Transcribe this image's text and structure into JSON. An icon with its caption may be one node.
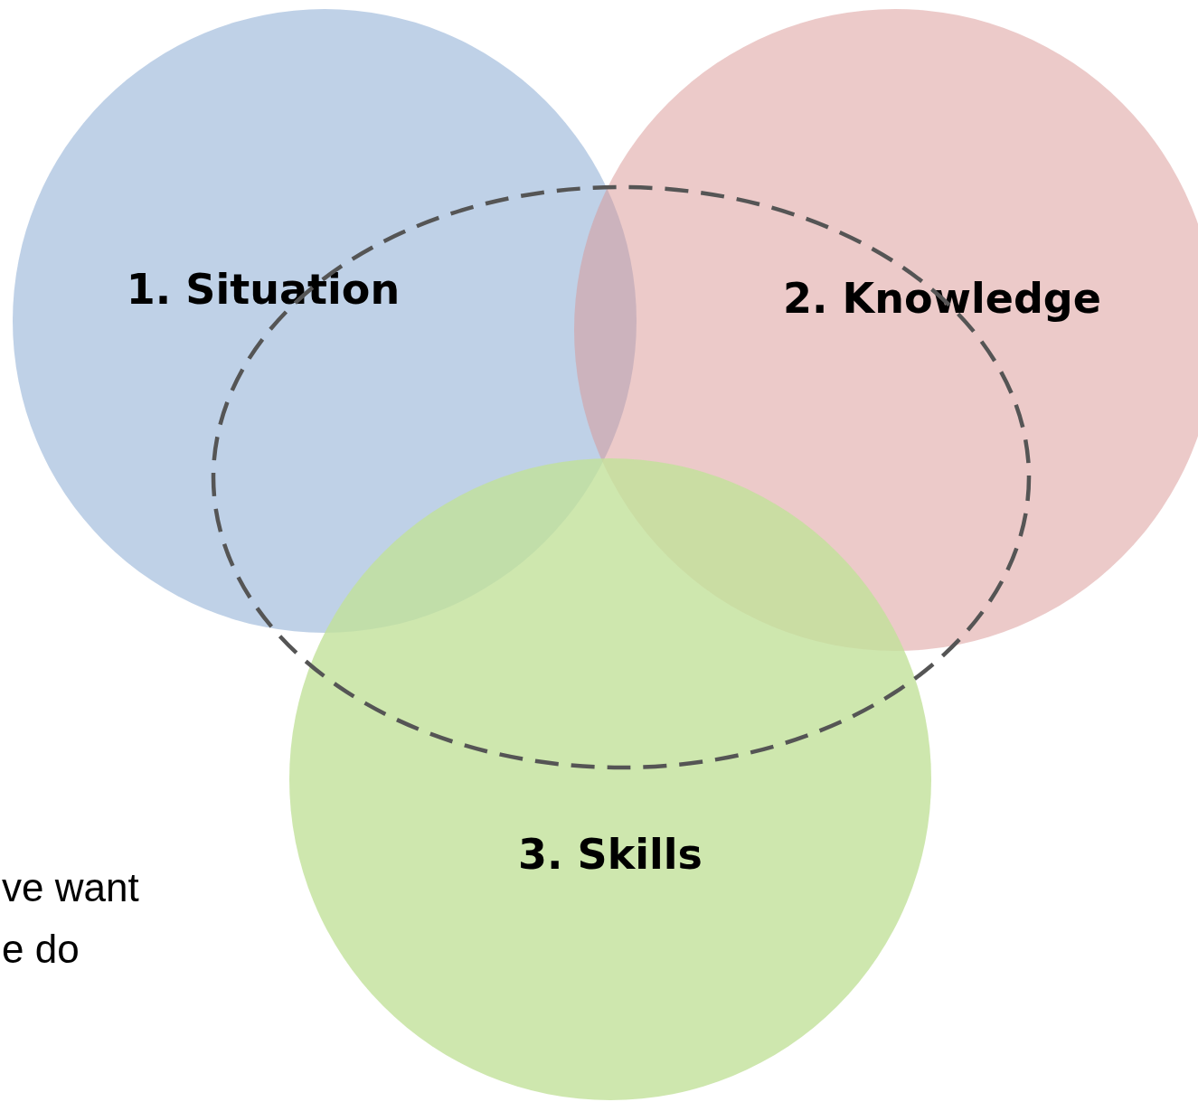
{
  "diagram": {
    "nodes": [
      {
        "text": [
          "1. Situation"
        ]
      },
      {
        "text": [
          "2. Knowledge"
        ]
      },
      {
        "text": [
          "3. Skills"
        ]
      },
      {
        "text": [],
        "shape": "ellipse"
      }
    ],
    "labels": [
      "ve want e do"
    ]
  }
}
